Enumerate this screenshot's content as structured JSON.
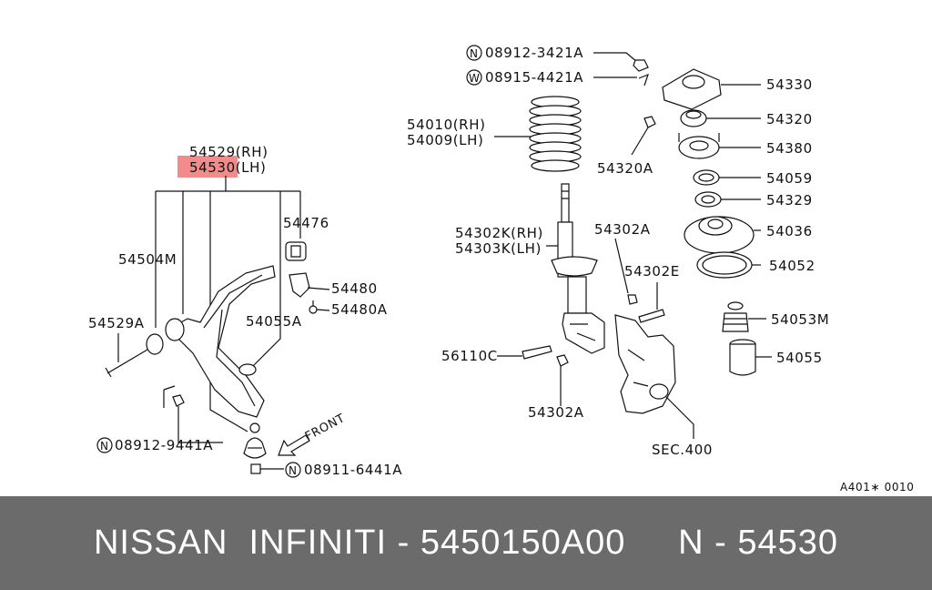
{
  "highlight_color": "#f28b8b",
  "footer_bg": "#6b6b6b",
  "labels": {
    "p54529rh": "54529(RH)",
    "p54530lh": "54530(LH)",
    "p54476": "54476",
    "p54504m": "54504M",
    "p54480": "54480",
    "p54480a": "54480A",
    "p54529a": "54529A",
    "p54055a": "54055A",
    "n089129441a": "08912-9441A",
    "n089116441a": "08911-6441A",
    "n089123421a": "08912-3421A",
    "w089154421a": "08915-4421A",
    "p54010rh": "54010(RH)",
    "p54009lh": "54009(LH)",
    "p54320a": "54320A",
    "p54302krh": "54302K(RH)",
    "p54303klh": "54303K(LH)",
    "p54302a_top": "54302A",
    "p54302e": "54302E",
    "p56110c": "56110C",
    "p54302a_bottom": "54302A",
    "sec400": "SEC.400",
    "p54330": "54330",
    "p54320": "54320",
    "p54380": "54380",
    "p54059": "54059",
    "p54329": "54329",
    "p54036": "54036",
    "p54052": "54052",
    "p54053m": "54053M",
    "p54055": "54055",
    "front": "FRONT",
    "ref_code": "A401∗ 0010",
    "n_symbol": "N",
    "w_symbol": "W"
  },
  "footer": {
    "text": "NISSAN  INFINITI - 5450150A00     N - 54530"
  }
}
